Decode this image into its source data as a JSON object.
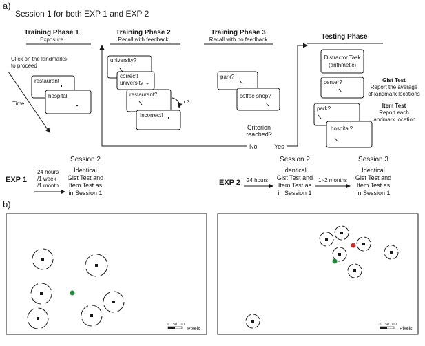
{
  "panel_a": {
    "label": "a)",
    "session_title": "Session 1 for both EXP 1 and EXP 2",
    "phase1": {
      "title": "Training Phase 1",
      "subtitle": "Exposure",
      "instruction_line1": "Click on the landmarks",
      "instruction_line2": "to proceed",
      "screens": [
        "restaurant",
        "hospital"
      ]
    },
    "time_label": "Time",
    "phase2": {
      "title": "Training Phase 2",
      "subtitle": "Recall with feedback",
      "screens": [
        "university?",
        "correct!",
        "university",
        "restaurant?",
        "Incorrect!"
      ],
      "repeat": "x 3"
    },
    "phase3": {
      "title": "Training Phase 3",
      "subtitle": "Recall with no feedback",
      "screens": [
        "park?",
        "coffee shop?"
      ],
      "criterion_line1": "Criterion",
      "criterion_line2": "reached?",
      "no": "No",
      "yes": "Yes"
    },
    "testing": {
      "title": "Testing Phase",
      "distractor_line1": "Distractor Task",
      "distractor_line2": "(arithmetic)",
      "screens": [
        "center?",
        "park?",
        "hospital?"
      ],
      "gist_title": "Gist Test",
      "gist_line1": "Report the average",
      "gist_line2": "of landmark locations",
      "item_title": "Item Test",
      "item_line1": "Report each",
      "item_line2": "landmark location"
    },
    "exp1": {
      "label": "EXP 1",
      "delay1": "24 hours",
      "delay2": "/1 week",
      "delay3": "/1 month",
      "session": "Session 2",
      "desc1": "Identical",
      "desc2": "Gist Test and",
      "desc3": "Item Test as",
      "desc4": "in Session 1"
    },
    "exp2": {
      "label": "EXP 2",
      "delay_a": "24 hours",
      "session_a": "Session 2",
      "desc_a1": "Identical",
      "desc_a2": "Gist Test and",
      "desc_a3": "Item Test as",
      "desc_a4": "in Session 1",
      "delay_b": "1~2 months",
      "session_b": "Session 3",
      "desc_b1": "Identical",
      "desc_b2": "Gist Test and",
      "desc_b3": "Item Test as",
      "desc_b4": "in Session 1"
    }
  },
  "panel_b": {
    "label": "b)",
    "scale_ticks": [
      "0",
      "50",
      "100"
    ],
    "scale_unit": "Pixels",
    "colors": {
      "center_marker": "#1f8a3c",
      "red_marker": "#d42a2a"
    }
  }
}
